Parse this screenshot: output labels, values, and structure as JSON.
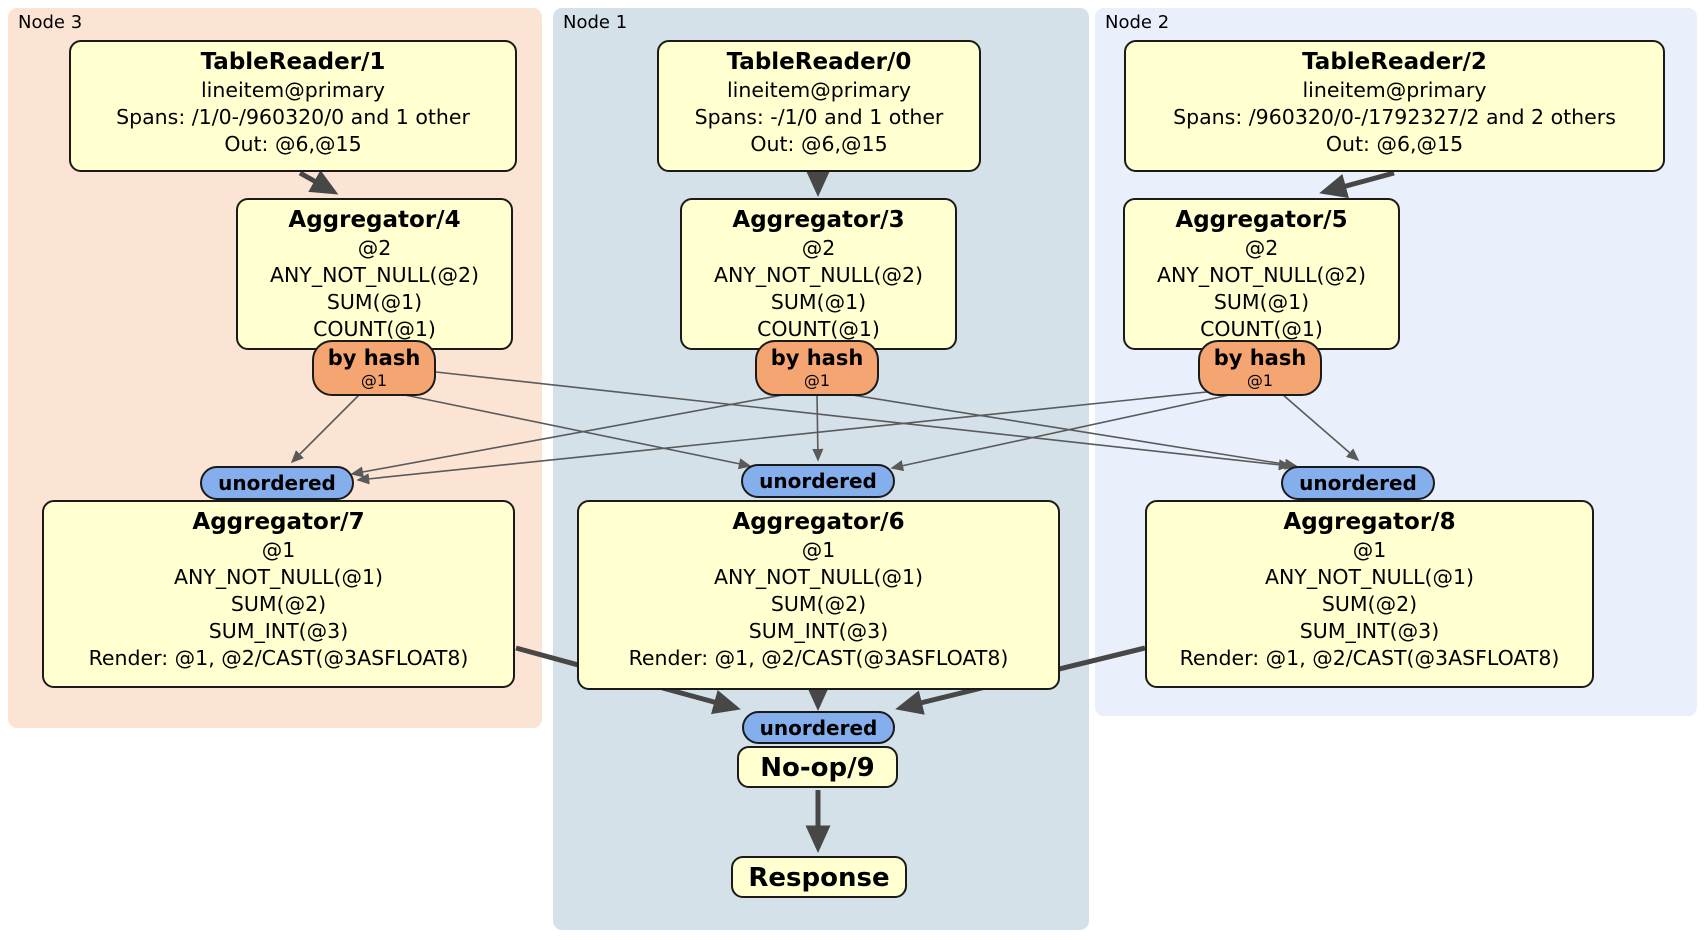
{
  "regions": [
    {
      "label": "Node 3"
    },
    {
      "label": "Node 1"
    },
    {
      "label": "Node 2"
    }
  ],
  "boxes": {
    "tr1": {
      "title": "TableReader/1",
      "lines": [
        "lineitem@primary",
        "Spans: /1/0-/960320/0 and 1 other",
        "Out: @6,@15"
      ]
    },
    "tr0": {
      "title": "TableReader/0",
      "lines": [
        "lineitem@primary",
        "Spans: -/1/0 and 1 other",
        "Out: @6,@15"
      ]
    },
    "tr2": {
      "title": "TableReader/2",
      "lines": [
        "lineitem@primary",
        "Spans: /960320/0-/1792327/2 and 2 others",
        "Out: @6,@15"
      ]
    },
    "agg4": {
      "title": "Aggregator/4",
      "lines": [
        "@2",
        "ANY_NOT_NULL(@2)",
        "SUM(@1)",
        "COUNT(@1)"
      ]
    },
    "agg3": {
      "title": "Aggregator/3",
      "lines": [
        "@2",
        "ANY_NOT_NULL(@2)",
        "SUM(@1)",
        "COUNT(@1)"
      ]
    },
    "agg5": {
      "title": "Aggregator/5",
      "lines": [
        "@2",
        "ANY_NOT_NULL(@2)",
        "SUM(@1)",
        "COUNT(@1)"
      ]
    },
    "agg7": {
      "title": "Aggregator/7",
      "lines": [
        "@1",
        "ANY_NOT_NULL(@1)",
        "SUM(@2)",
        "SUM_INT(@3)",
        "Render: @1, @2/CAST(@3ASFLOAT8)"
      ]
    },
    "agg6": {
      "title": "Aggregator/6",
      "lines": [
        "@1",
        "ANY_NOT_NULL(@1)",
        "SUM(@2)",
        "SUM_INT(@3)",
        "Render: @1, @2/CAST(@3ASFLOAT8)"
      ]
    },
    "agg8": {
      "title": "Aggregator/8",
      "lines": [
        "@1",
        "ANY_NOT_NULL(@1)",
        "SUM(@2)",
        "SUM_INT(@3)",
        "Render: @1, @2/CAST(@3ASFLOAT8)"
      ]
    },
    "noop": {
      "title": "No-op/9"
    },
    "response": {
      "title": "Response"
    }
  },
  "router": {
    "label": "by hash",
    "sub": "@1"
  },
  "sync": {
    "label": "unordered"
  },
  "colors": {
    "region_node3": "#fce4d5",
    "region_node1": "#d4e1e9",
    "region_node2": "#e9effb",
    "box_fill": "#ffffcf",
    "router_fill": "#f5a571",
    "sync_fill": "#84aeec",
    "edge_thin": "#5a5a5a",
    "edge_thick": "#474747",
    "border": "#1a1a1a"
  }
}
